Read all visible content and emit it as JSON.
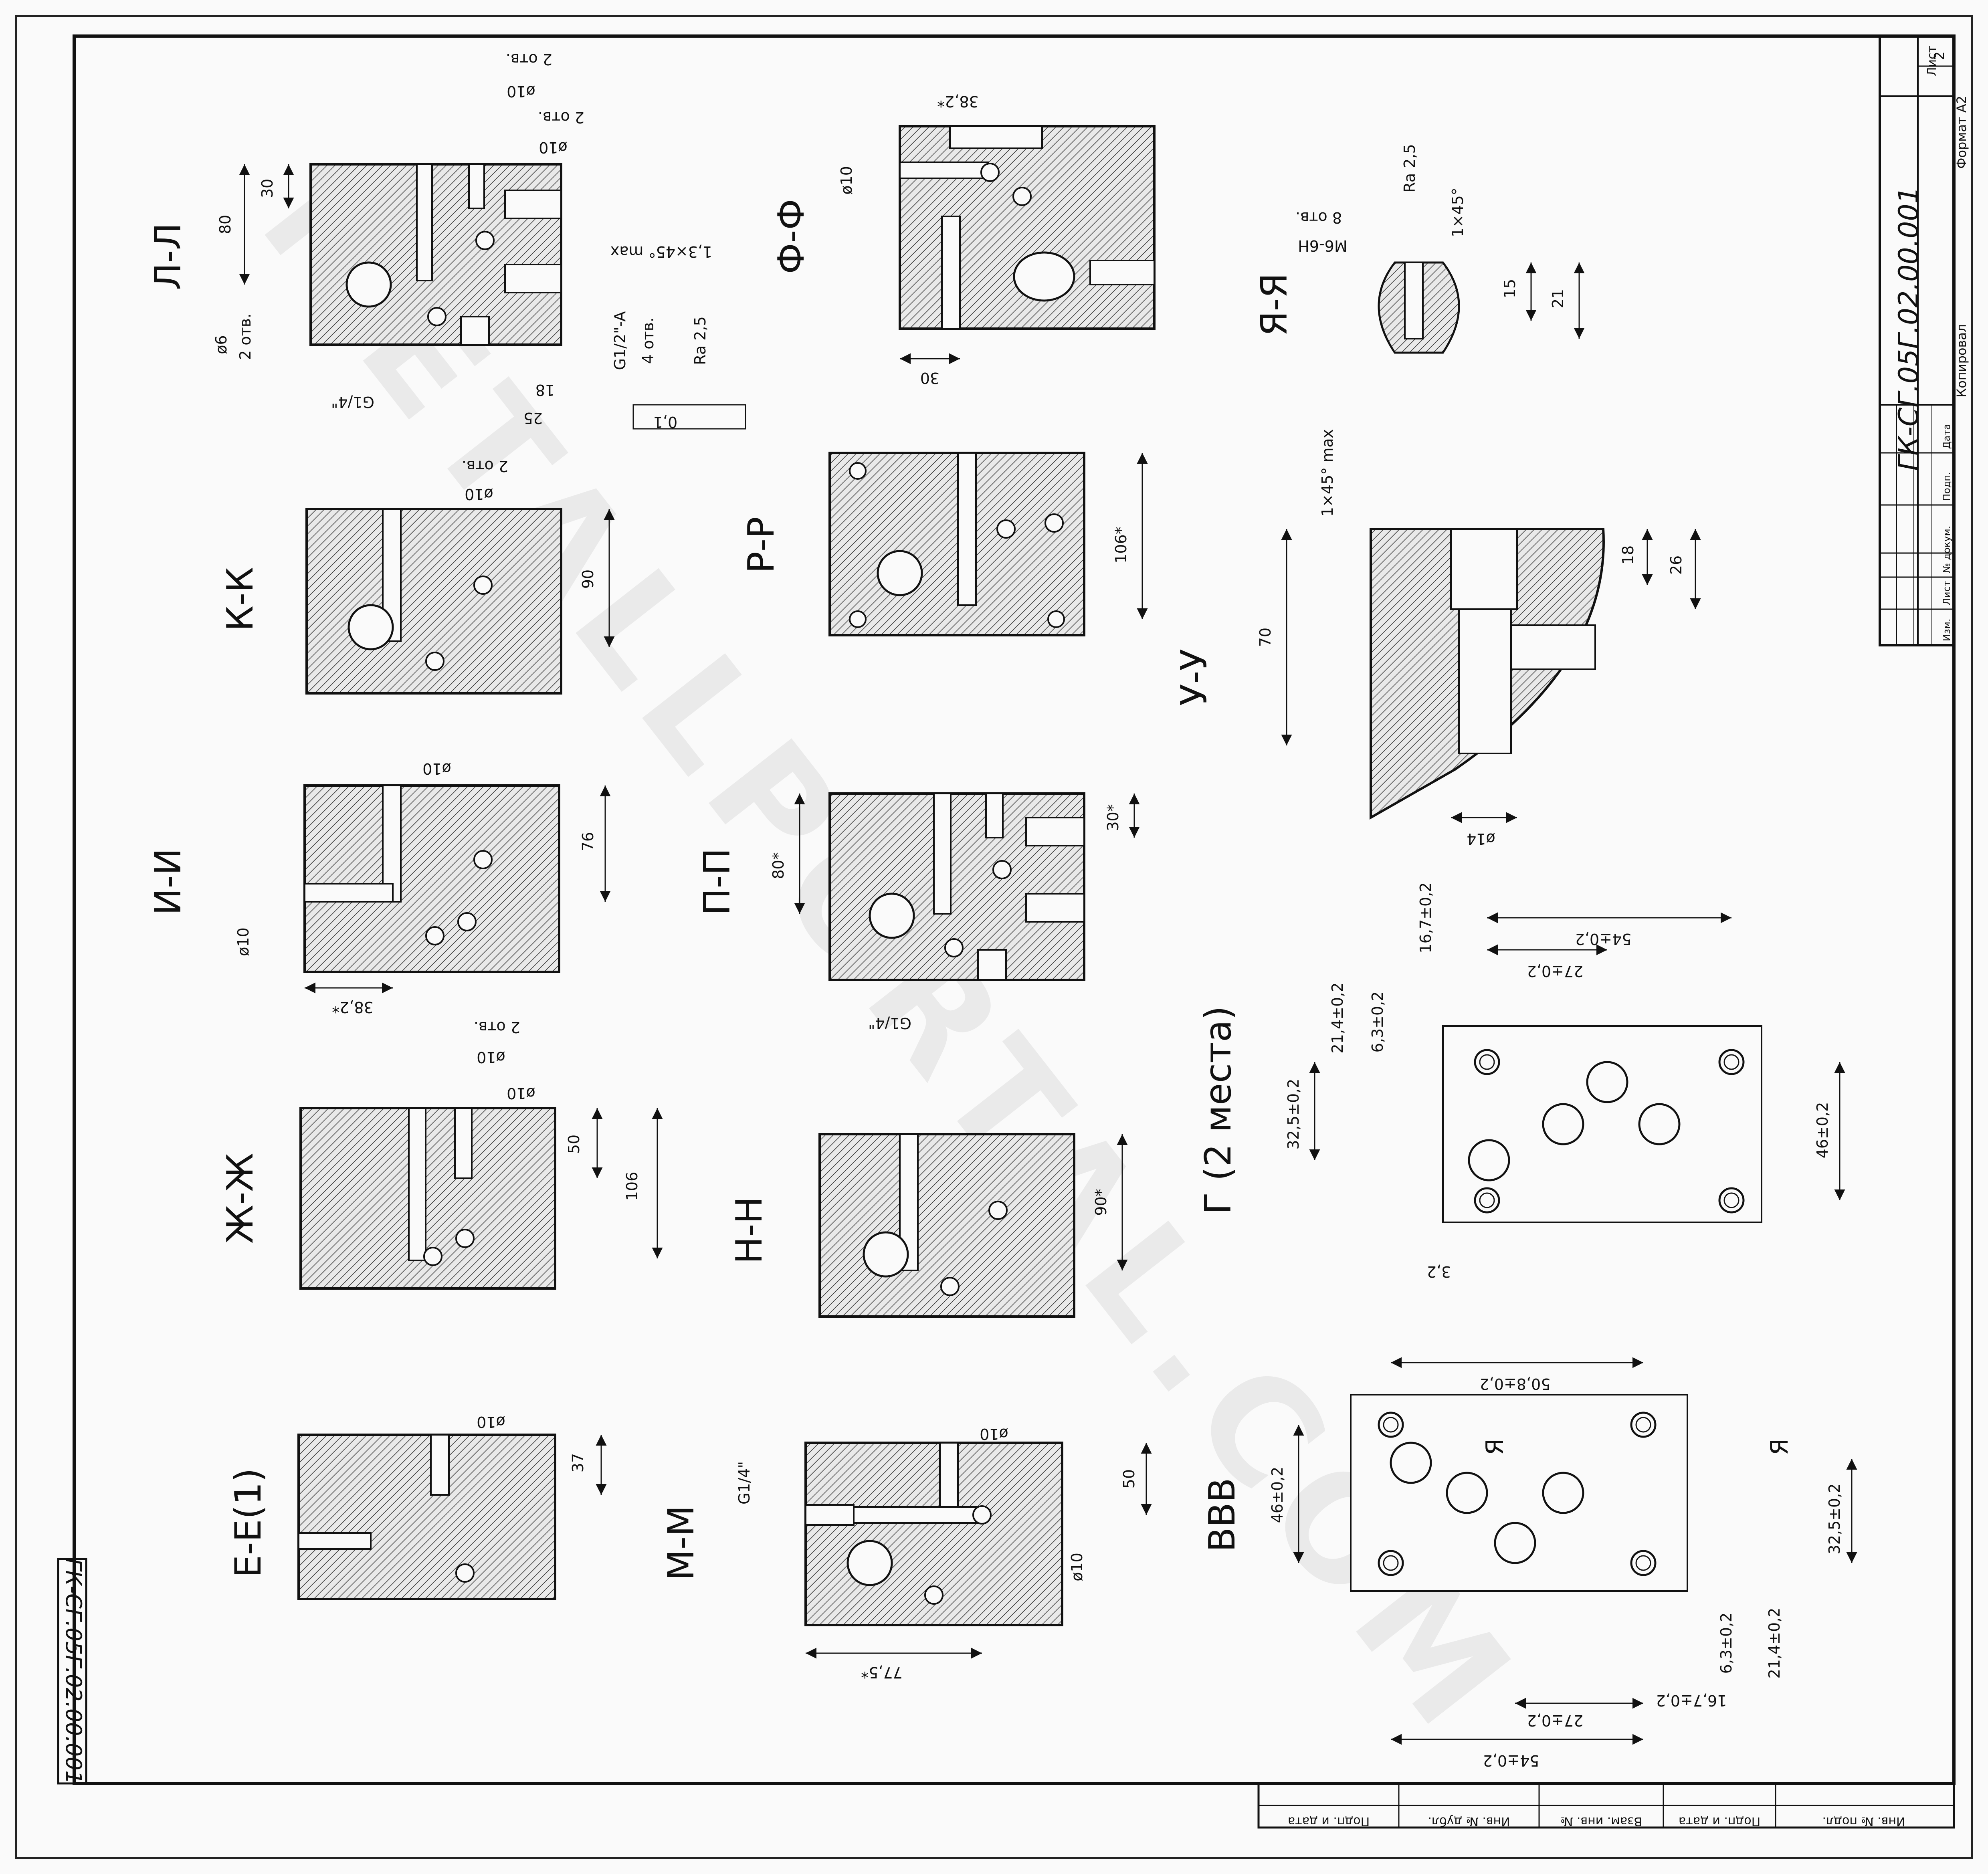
{
  "sheet": {
    "designation": "ГК-СГ.05Г.02.00.001",
    "designation_mirror": "ГК-СГ.05Г.02.00.001",
    "sheet_label": "Лист",
    "sheet_number": "2",
    "format_label": "Формат А2",
    "copied_label": "Копировал",
    "revision_headers": [
      "Изм.",
      "Лист",
      "№ докум.",
      "Подп.",
      "Дата"
    ],
    "left_strip_labels": [
      "Инв. № подл.",
      "Подп. и дата",
      "Взам. инв. №",
      "Инв. № дубл.",
      "Подп. и дата"
    ],
    "watermark": "METALLPORTAL.COM"
  },
  "sections": {
    "LL": {
      "title": "Л-Л",
      "dims": [
        "30",
        "80",
        "ø6",
        "2 отв.",
        "ø10",
        "2 отв.",
        "ø10",
        "2 отв.",
        "1,3×45° max",
        "G1/2\"-A",
        "4 отв.",
        "Ra 2,5",
        "18",
        "25",
        "G1/4\"",
        "0,1"
      ]
    },
    "KK": {
      "title": "К-К",
      "dims": [
        "ø10",
        "2 отв.",
        "90"
      ]
    },
    "II": {
      "title": "И-И",
      "dims": [
        "ø10",
        "76",
        "ø10",
        "38,2*"
      ]
    },
    "ZhZh": {
      "title": "Ж-Ж",
      "dims": [
        "ø10",
        "2 отв.",
        "ø10",
        "50",
        "106"
      ]
    },
    "EE": {
      "title": "Е-Е(1)",
      "dims": [
        "ø10",
        "37"
      ]
    },
    "FF": {
      "title": "Ф-Ф",
      "dims": [
        "38,2*",
        "ø10",
        "30"
      ]
    },
    "RR": {
      "title": "Р-Р",
      "dims": [
        "106*"
      ]
    },
    "PP": {
      "title": "П-П",
      "dims": [
        "80*",
        "30*",
        "G1/4\""
      ]
    },
    "NN": {
      "title": "Н-Н",
      "dims": [
        "90*"
      ]
    },
    "MM": {
      "title": "М-М",
      "dims": [
        "G1/4\"",
        "ø10",
        "50",
        "ø10",
        "77,5*"
      ]
    },
    "YaYa": {
      "title": "Я-Я",
      "dims": [
        "М6-6Н",
        "8 отв.",
        "Ra 2,5",
        "1×45°",
        "15",
        "21"
      ]
    },
    "UU": {
      "title": "У-У",
      "dims": [
        "1×45° max",
        "70",
        "18",
        "26",
        "ø14"
      ]
    },
    "G": {
      "title": "Г (2 места)",
      "dims": [
        "54±0,2",
        "27±0,2",
        "16,7±0,2",
        "21,4±0,2",
        "6,3±0,2",
        "32,5±0,2",
        "46±0,2",
        "3,2"
      ]
    },
    "VVV": {
      "title": "ВВВ",
      "dims": [
        "50,8±0,2",
        "46±0,2",
        "32,5±0,2",
        "21,4±0,2",
        "6,3±0,2",
        "16,7±0,2",
        "27±0,2",
        "54±0,2",
        "Я",
        "Я"
      ]
    }
  }
}
